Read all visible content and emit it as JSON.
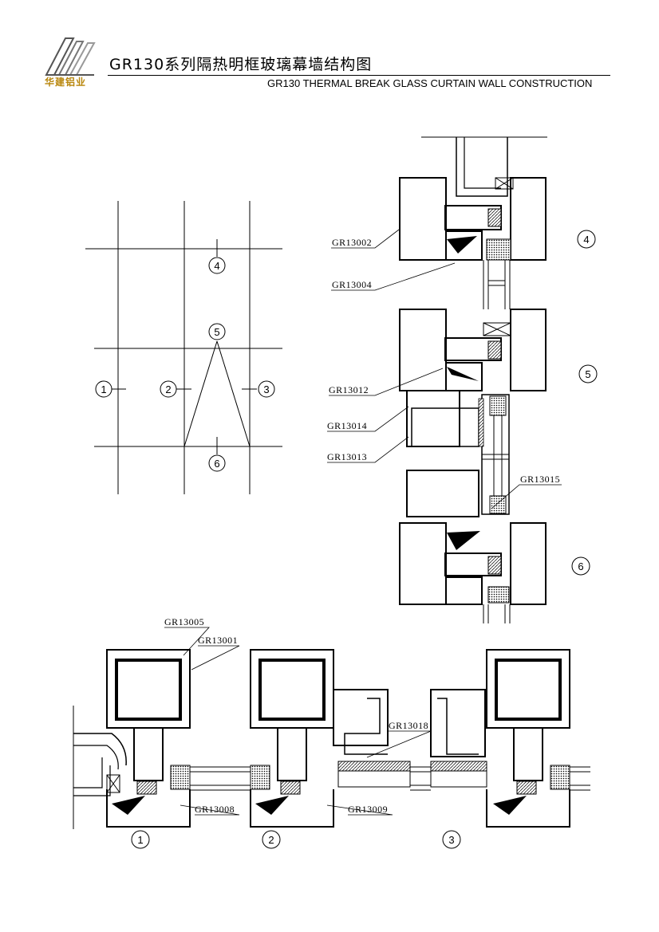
{
  "header": {
    "logo_text": "华建铝业",
    "title_cn": "GR130系列隔热明框玻璃幕墙结构图",
    "title_en": "GR130 THERMAL BREAK  GLASS CURTAIN WALL CONSTRUCTION"
  },
  "elevation": {
    "markers": [
      "4",
      "5",
      "1",
      "2",
      "3",
      "6"
    ]
  },
  "vertical_section": {
    "markers": [
      "4",
      "5",
      "6"
    ],
    "parts": [
      "GR13002",
      "GR13004",
      "GR13012",
      "GR13014",
      "GR13013",
      "GR13015"
    ]
  },
  "horizontal_section": {
    "markers": [
      "1",
      "2",
      "3"
    ],
    "parts": [
      "GR13005",
      "GR13001",
      "GR13018",
      "GR13008",
      "GR13009"
    ]
  }
}
